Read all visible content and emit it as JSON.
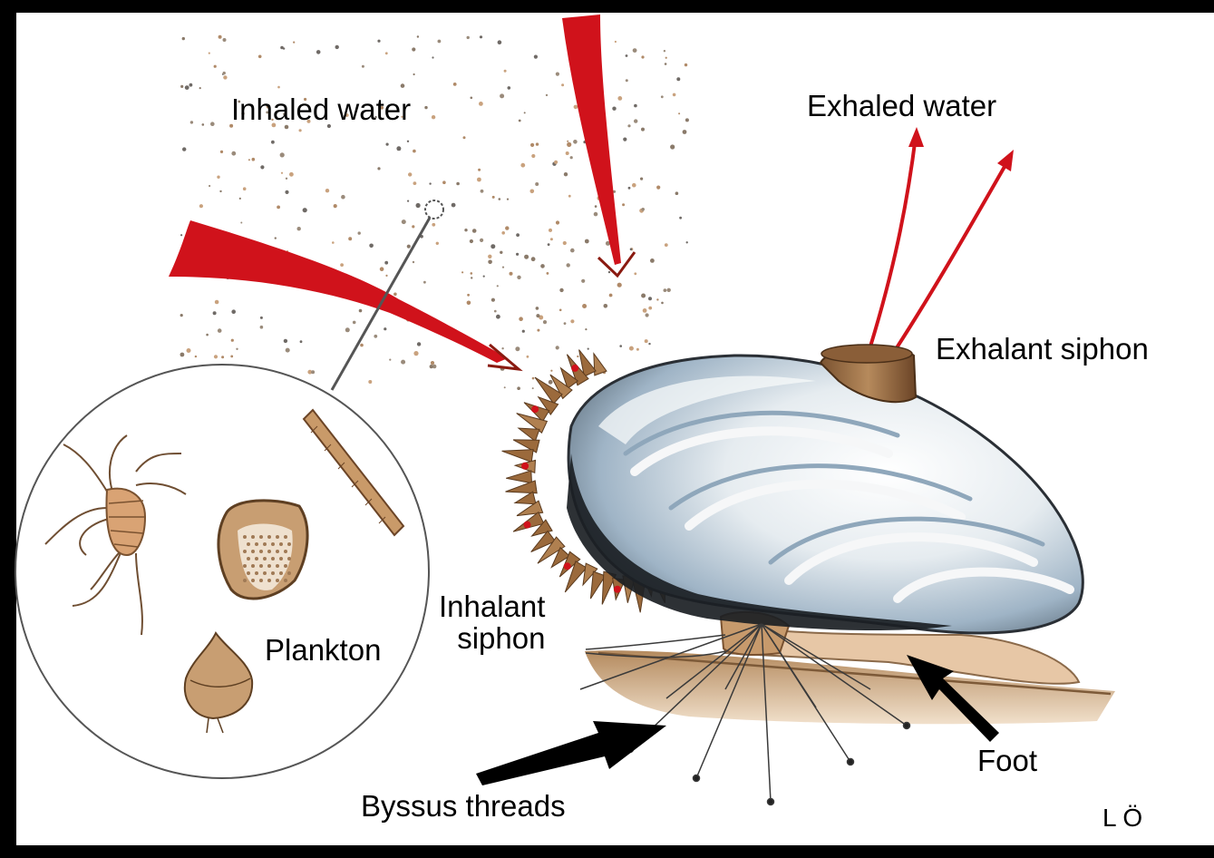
{
  "labels": {
    "inhaled_water": "Inhaled water",
    "exhaled_water": "Exhaled water",
    "exhalant_siphon": "Exhalant siphon",
    "inhalant_siphon_line1": "Inhalant",
    "inhalant_siphon_line2": "siphon",
    "plankton": "Plankton",
    "foot": "Foot",
    "byssus_threads": "Byssus threads",
    "signature": "L Ö"
  },
  "colors": {
    "frame": "#000000",
    "background": "#ffffff",
    "flow_arrow": "#d0121b",
    "shell_light": "#e9edf0",
    "shell_blue": "#9fb4c6",
    "shell_dark": "#1b1f24",
    "mantle_fringe": "#9b6a3c",
    "sediment": "#c9a178",
    "plankton_brown": "#b0814f"
  }
}
